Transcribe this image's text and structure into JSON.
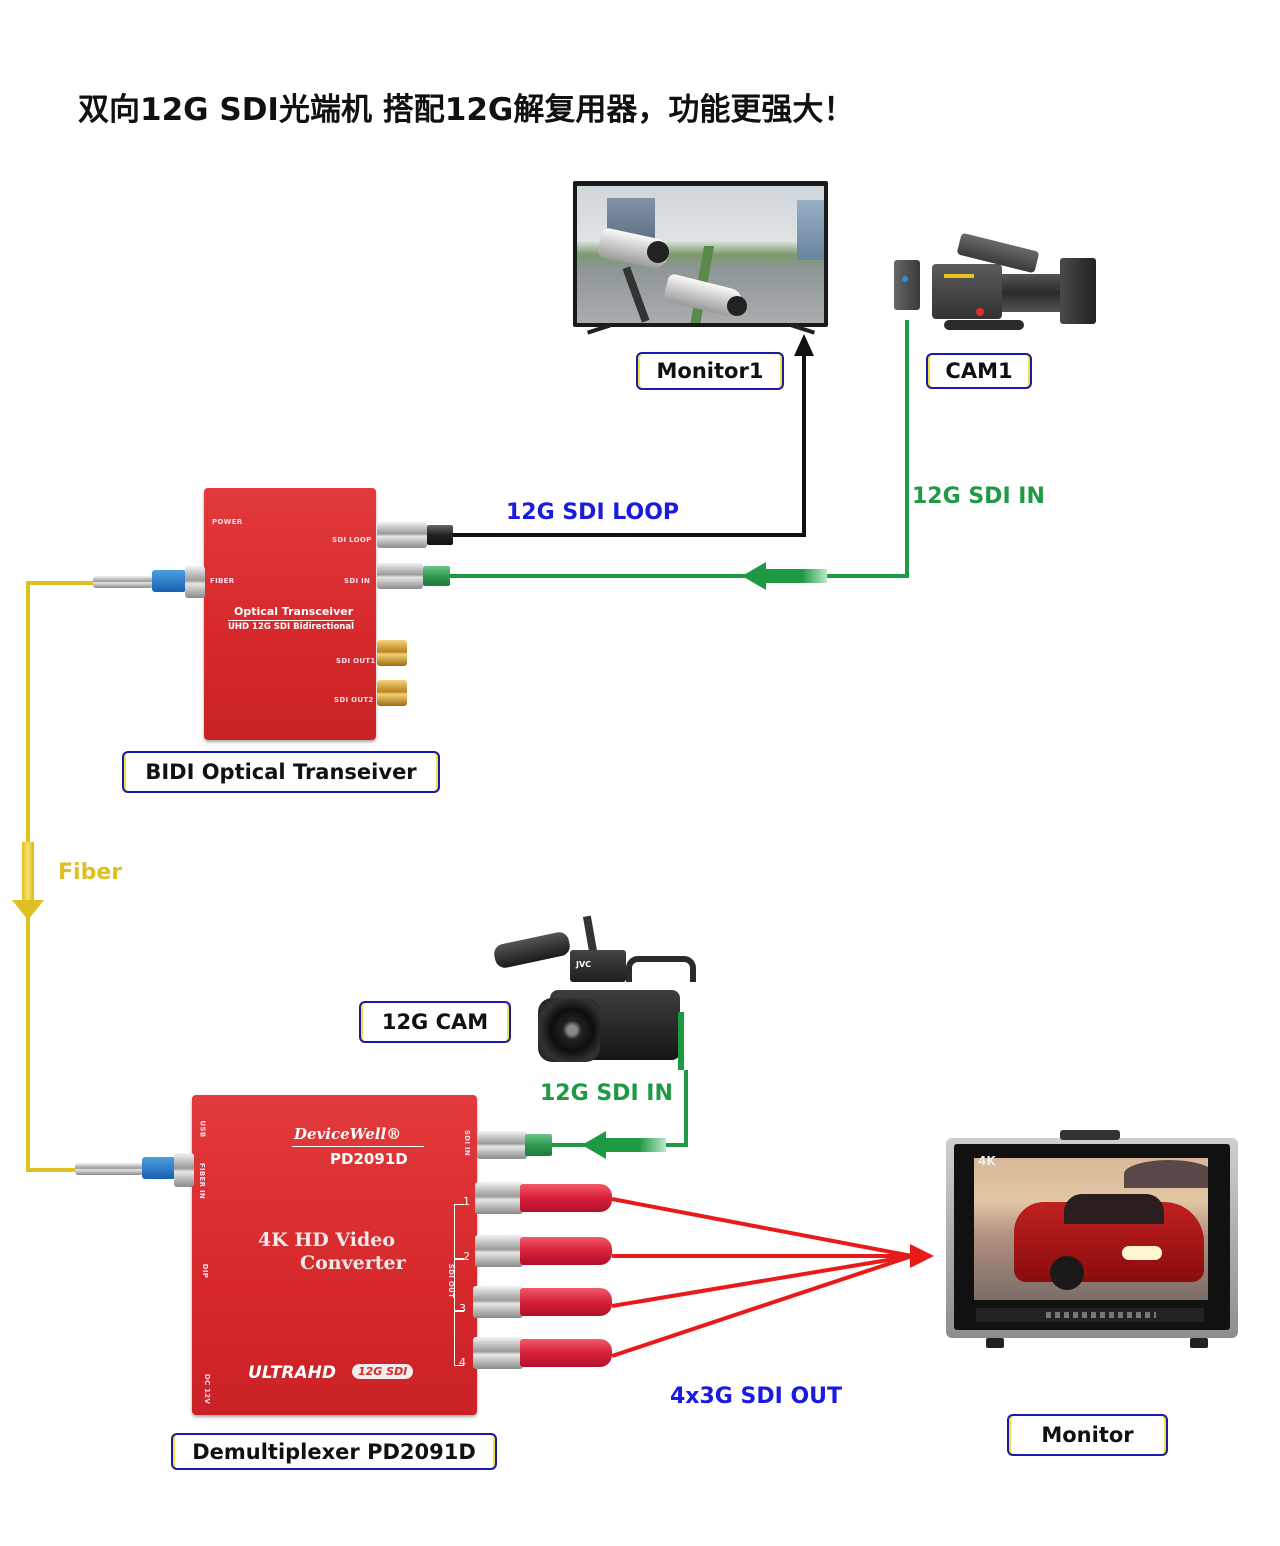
{
  "title": "双向12G SDI光端机 搭配12G解复用器，功能更强大！",
  "labels": {
    "monitor1": "Monitor1",
    "cam1": "CAM1",
    "bidi": "BIDI Optical  Transeiver",
    "cam12g": "12G CAM",
    "demux": "Demultiplexer PD2091D",
    "monitor": "Monitor"
  },
  "wire_labels": {
    "sdi_loop": "12G SDI LOOP",
    "sdi_in_top": "12G SDI IN",
    "fiber": "Fiber",
    "sdi_in_bottom": "12G SDI IN",
    "sdi_out": "4x3G SDI OUT"
  },
  "colors": {
    "loop_label": "#1a1ae0",
    "sdi_in": "#1e9a44",
    "fiber": "#e0c020",
    "sdi_out_line": "#e81a1a",
    "sdi_out_label": "#1a1ae0",
    "box_border": "#1a1aa8"
  },
  "transceiver": {
    "power": "POWER",
    "fiber": "FIBER",
    "sdi_loop": "SDI LOOP",
    "sdi_in": "SDI IN",
    "sdi_out1": "SDI OUT1",
    "sdi_out2": "SDI OUT2",
    "name": "Optical Transceiver",
    "subtitle": "UHD 12G SDI Bidirectional"
  },
  "demultiplexer": {
    "brand": "DeviceWell®",
    "model": "PD2091D",
    "line1": "4K  HD Video",
    "line2": "Converter",
    "ultrahd": "ULTRAHD",
    "badge": "12G SDI",
    "usb": "USB",
    "fiber_in": "FIBER IN",
    "dip": "DIP",
    "dc": "DC 12V",
    "sdi_in": "SDI IN",
    "sdi_out": "SDI OUT",
    "ports": [
      "1",
      "2",
      "3",
      "4"
    ]
  },
  "monitor_badge": "4K",
  "camera_brand": "JVC"
}
